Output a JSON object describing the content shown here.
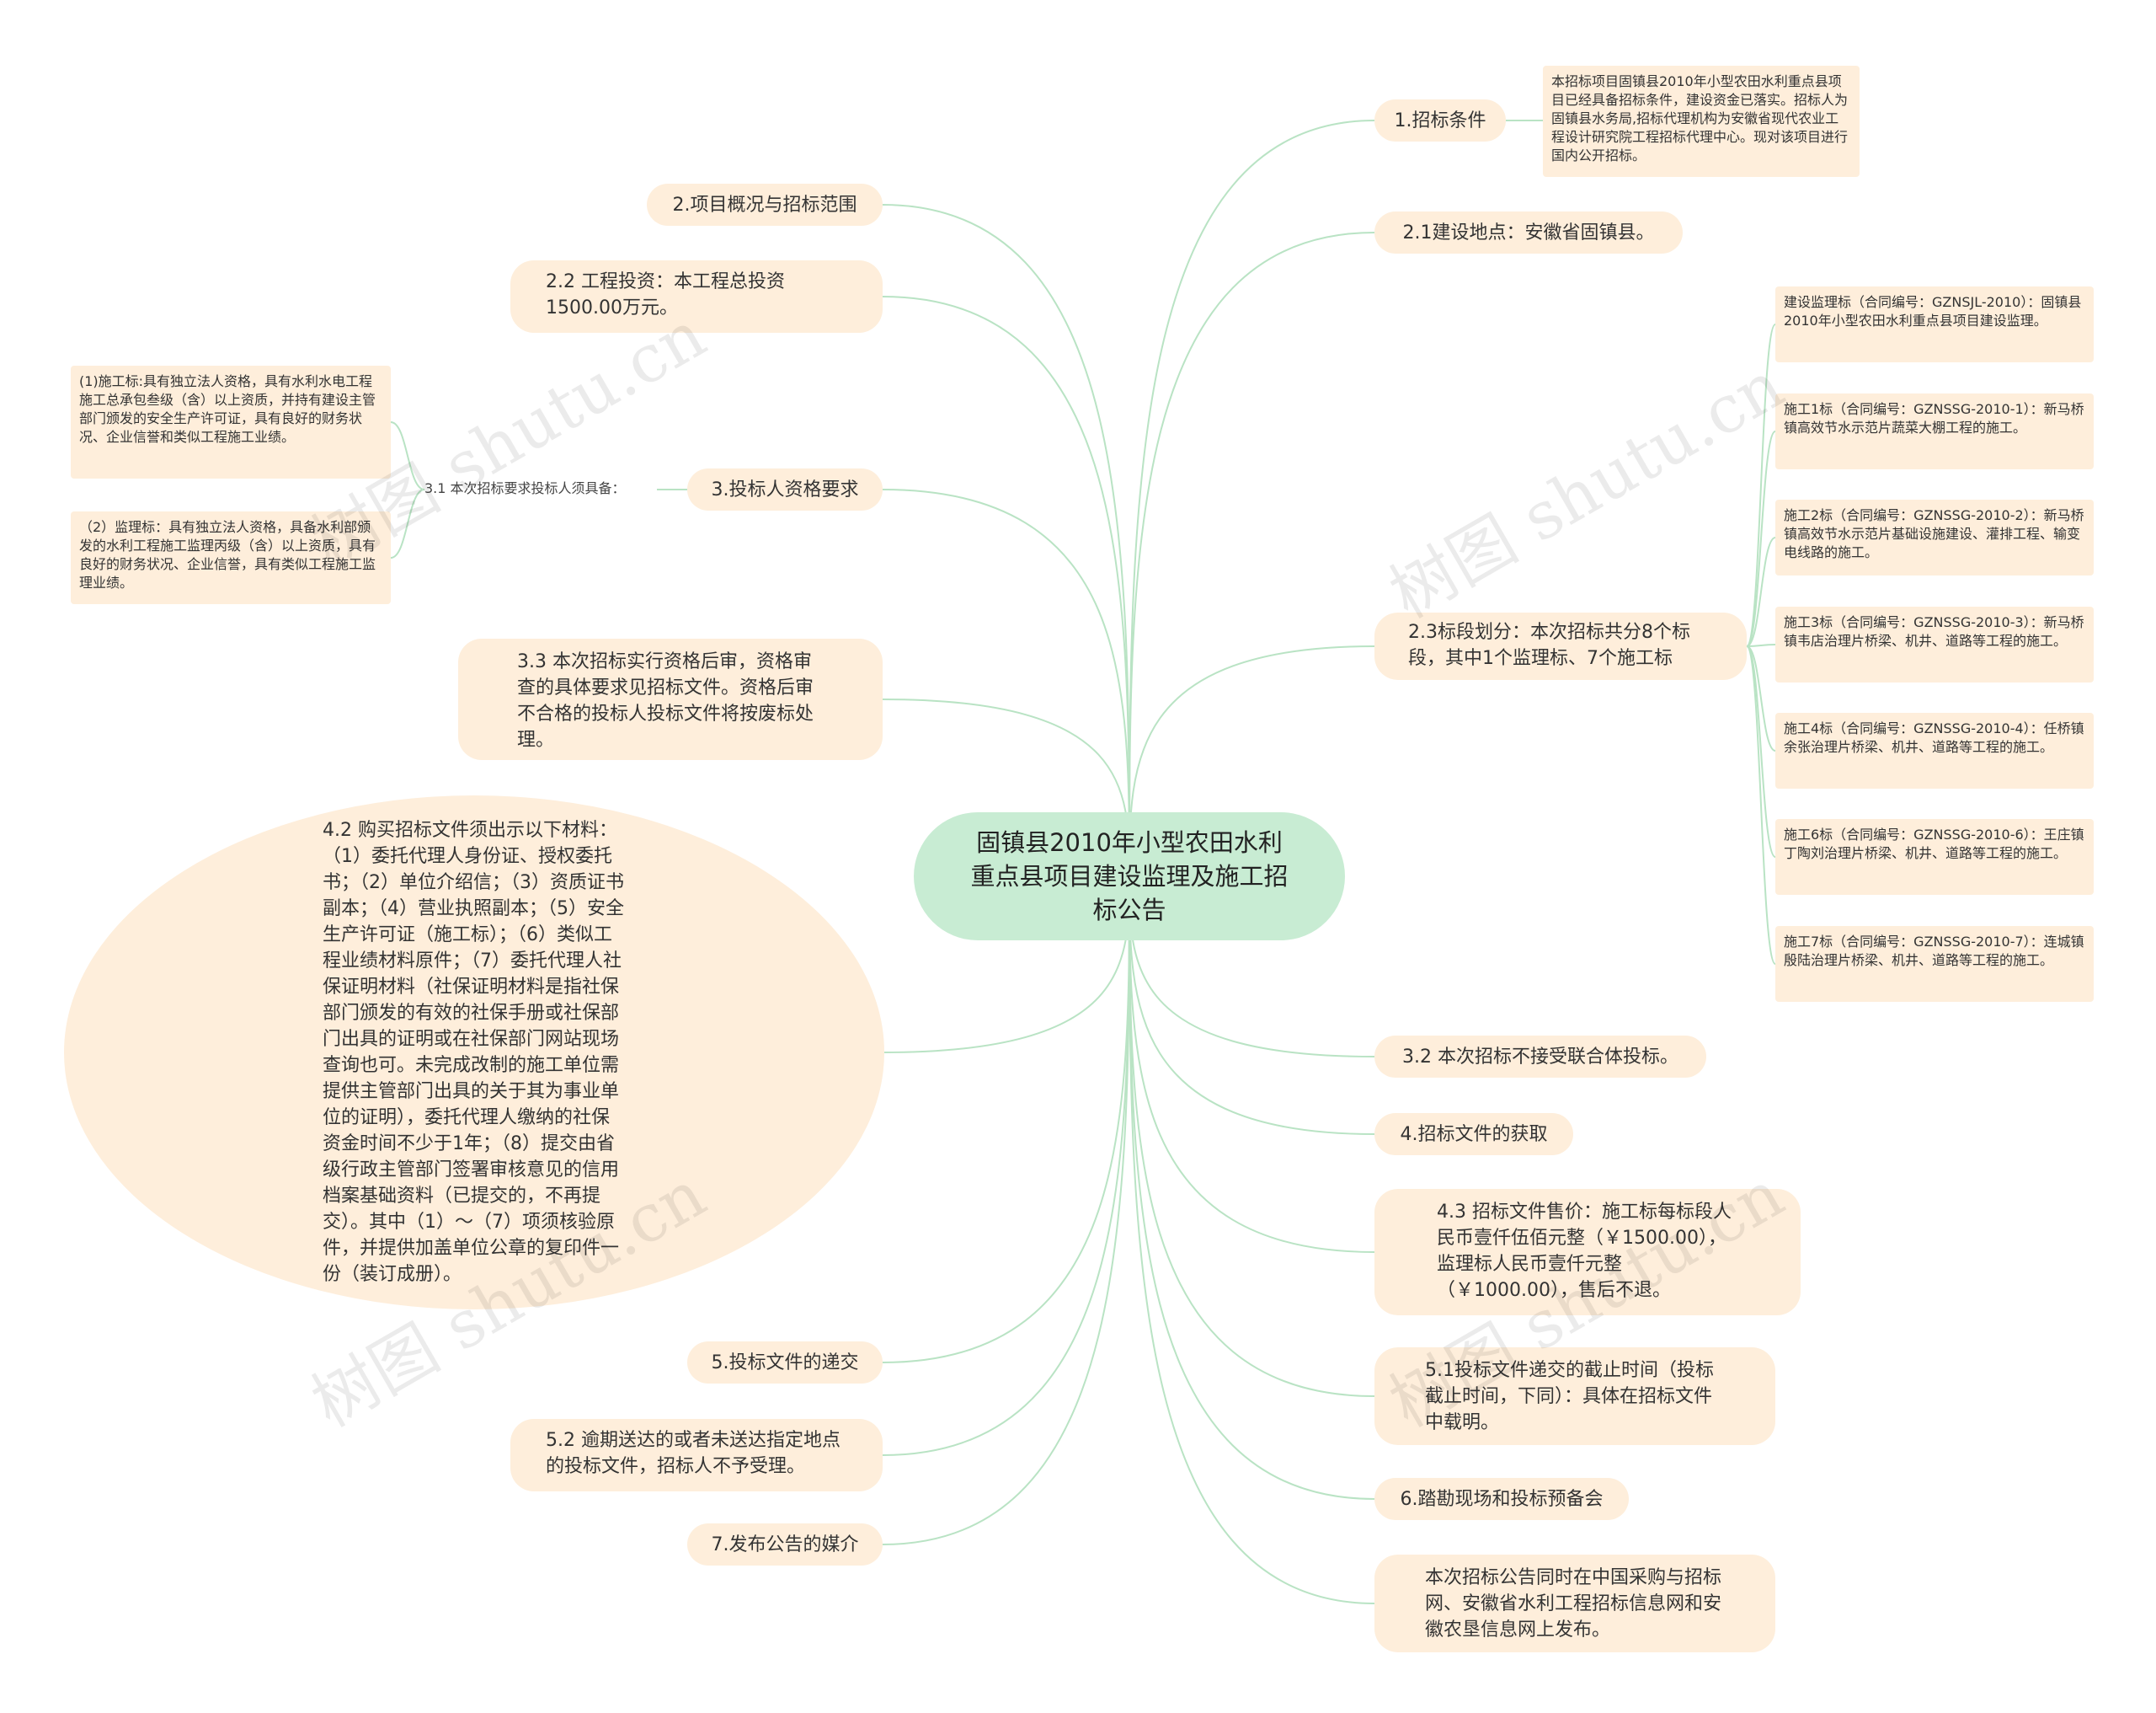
{
  "center": "固镇县2010年小型农田水利重点县项目建设监理及施工招标公告",
  "right": {
    "n1": "1.招标条件",
    "n1_detail": "本招标项目固镇县2010年小型农田水利重点县项目已经具备招标条件，建设资金已落实。招标人为固镇县水务局,招标代理机构为安徽省现代农业工程设计研究院工程招标代理中心。现对该项目进行国内公开招标。",
    "n21": "2.1建设地点：安徽省固镇县。",
    "n23": "2.3标段划分：本次招标共分8个标段，其中1个监理标、7个施工标",
    "sections": [
      "建设监理标（合同编号：GZNSJL-2010）：固镇县2010年小型农田水利重点县项目建设监理。",
      "施工1标（合同编号：GZNSSG-2010-1）：新马桥镇高效节水示范片蔬菜大棚工程的施工。",
      "施工2标（合同编号：GZNSSG-2010-2）：新马桥镇高效节水示范片基础设施建设、灌排工程、输变电线路的施工。",
      "施工3标（合同编号：GZNSSG-2010-3）：新马桥镇韦店治理片桥梁、机井、道路等工程的施工。",
      "施工4标（合同编号：GZNSSG-2010-4）：任桥镇余张治理片桥梁、机井、道路等工程的施工。",
      "施工6标（合同编号：GZNSSG-2010-6）：王庄镇丁陶刘治理片桥梁、机井、道路等工程的施工。",
      "施工7标（合同编号：GZNSSG-2010-7）：连城镇殷陆治理片桥梁、机井、道路等工程的施工。"
    ],
    "n32": "3.2 本次招标不接受联合体投标。",
    "n4": "4.招标文件的获取",
    "n43": "4.3 招标文件售价：施工标每标段人民币壹仟伍佰元整（￥1500.00），监理标人民币壹仟元整（￥1000.00），售后不退。",
    "n51": "5.1投标文件递交的截止时间（投标截止时间，下同）：具体在招标文件中载明。",
    "n6": "6.踏勘现场和投标预备会",
    "n7_detail": "本次招标公告同时在中国采购与招标网、安徽省水利工程招标信息网和安徽农垦信息网上发布。"
  },
  "left": {
    "n2": "2.项目概况与招标范围",
    "n22": "2.2 工程投资：本工程总投资1500.00万元。",
    "n3": "3.投标人资格要求",
    "n31": "3.1 本次招标要求投标人须具备：",
    "n31_a": "(1)施工标:具有独立法人资格，具有水利水电工程施工总承包叁级（含）以上资质，并持有建设主管部门颁发的安全生产许可证，具有良好的财务状况、企业信誉和类似工程施工业绩。",
    "n31_b": "（2）监理标：具有独立法人资格，具备水利部颁发的水利工程施工监理丙级（含）以上资质，具有良好的财务状况、企业信誉，具有类似工程施工监理业绩。",
    "n33": "3.3 本次招标实行资格后审，资格审查的具体要求见招标文件。资格后审不合格的投标人投标文件将按废标处理。",
    "n42": "4.2 购买招标文件须出示以下材料：（1）委托代理人身份证、授权委托书；（2）单位介绍信；（3）资质证书副本；（4）营业执照副本；（5）安全生产许可证（施工标）；（6）类似工程业绩材料原件；（7）委托代理人社保证明材料（社保证明材料是指社保部门颁发的有效的社保手册或社保部门出具的证明或在社保部门网站现场查询也可。未完成改制的施工单位需提供主管部门出具的关于其为事业单位的证明），委托代理人缴纳的社保资金时间不少于1年；（8）提交由省级行政主管部门签署审核意见的信用档案基础资料（已提交的，不再提交）。其中（1）～（7）项须核验原件，并提供加盖单位公章的复印件一份（装订成册）。",
    "n5": "5.投标文件的递交",
    "n52": "5.2 逾期送达的或者未送达指定地点的投标文件，招标人不予受理。",
    "n7": "7.发布公告的媒介"
  },
  "watermark": "树图 shutu.cn",
  "colors": {
    "center_fill": "#c8ecd3",
    "node_fill": "#feeedb",
    "edge": "#b9e3c4"
  }
}
